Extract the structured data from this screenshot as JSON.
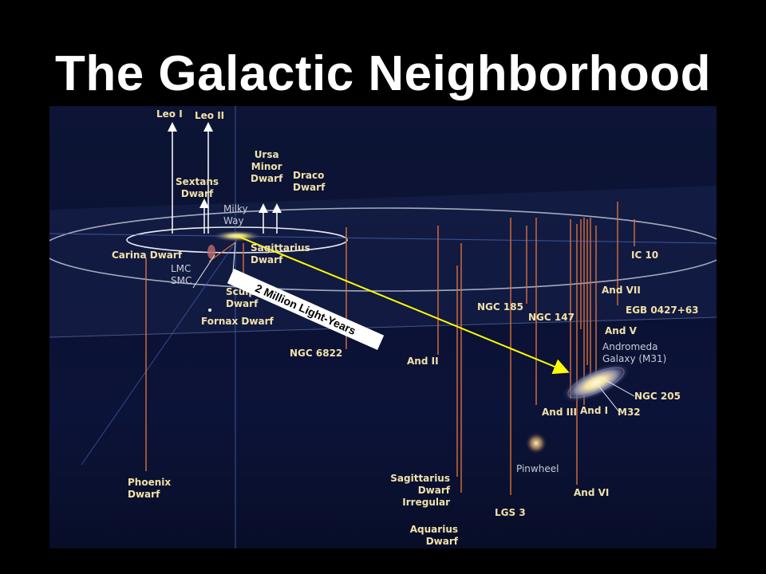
{
  "title": "The Galactic Neighborhood",
  "scale_label": "2 Million Light-Years",
  "colors": {
    "label": "#f2e2a9",
    "label_gray": "#c9cbd6",
    "drop_line": "#d9703a",
    "up_arrow": "#ffffff",
    "scale_arrow": "#ffff00",
    "background": "#000000"
  },
  "labels": {
    "leo1": "Leo I",
    "leo2": "Leo II",
    "sextans": "Sextans\nDwarf",
    "ursa": "Ursa\nMinor\nDwarf",
    "draco": "Draco\nDwarf",
    "milky": "Milky\nWay",
    "carina": "Carina Dwarf",
    "sagittarius": "Sagittarius\nDwarf",
    "lmc": "LMC",
    "smc": "SMC",
    "sculptor": "Sculptor\nDwarf",
    "fornax": "Fornax Dwarf",
    "ngc6822": "NGC 6822",
    "and2": "And II",
    "ngc185": "NGC 185",
    "ngc147": "NGC 147",
    "ic10": "IC 10",
    "and7": "And VII",
    "egb": "EGB 0427+63",
    "and5": "And V",
    "andromeda": "Andromeda\nGalaxy (M31)",
    "ngc205": "NGC 205",
    "and3": "And III",
    "and1": "And I",
    "m32": "M32",
    "pinwheel": "Pinwheel",
    "phoenix": "Phoenix\nDwarf",
    "sagirr": "Sagittarius\nDwarf\nIrregular",
    "lgs3": "LGS 3",
    "and6": "And VI",
    "aquarius": "Aquarius\nDwarf"
  }
}
